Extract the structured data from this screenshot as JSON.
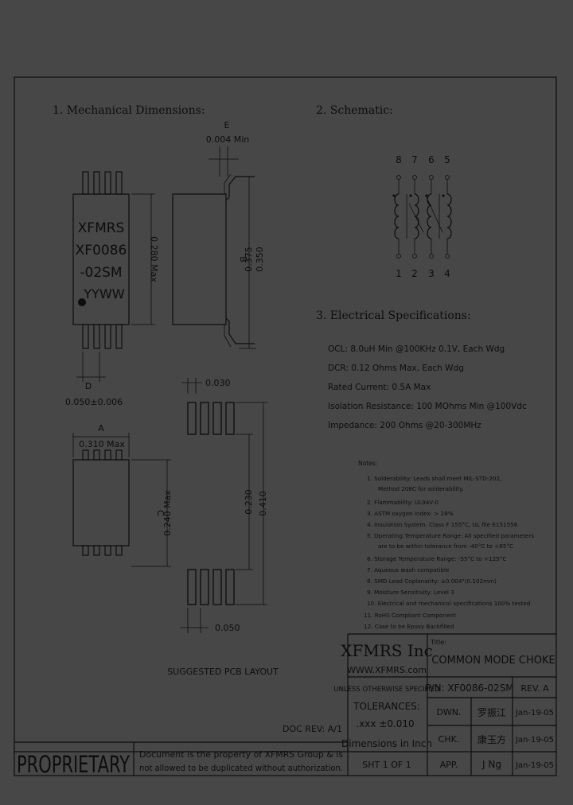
{
  "sections": {
    "mechanical": "1. Mechanical Dimensions:",
    "schematic": "2. Schematic:",
    "electrical": "3. Electrical Specifications:"
  },
  "package": {
    "brand": "XFMRS",
    "part_line1": "XF0086",
    "part_line2": "-02SM",
    "date_code": "YYWW"
  },
  "dimensions": {
    "b_label": "B",
    "b_max": "0.375",
    "b_min": "0.350",
    "e_label": "E",
    "e_value": "0.004 Min",
    "body_height": "0.280 Max",
    "d_label": "D",
    "d_value": "0.050±0.006",
    "a_label": "A",
    "a_value": "0.310 Max",
    "c_label": "C",
    "c_value": "0.240 Max",
    "pcb_width": "0.030",
    "pcb_inner": "0.230",
    "pcb_outer": "0.410",
    "pcb_pitch": "0.050",
    "pcb_title": "SUGGESTED PCB LAYOUT"
  },
  "schematic": {
    "top_pins": [
      "8",
      "7",
      "6",
      "5"
    ],
    "bottom_pins": [
      "1",
      "2",
      "3",
      "4"
    ]
  },
  "electrical": [
    "OCL: 8.0uH Min @100KHz 0.1V, Each Wdg",
    "DCR: 0.12 Ohms Max, Each Wdg",
    "Rated Current: 0.5A Max",
    "Isolation Resistance: 100 MOhms Min @100Vdc",
    "Impedance: 200 Ohms @20-300MHz"
  ],
  "notes_title": "Notes:",
  "notes": [
    "1. Solderability: Leads shall meet MIL-STD-202,",
    "Method 208C for solderability.",
    "2. Flammability: UL94V-0",
    "3. ASTM oxygen index: > 28%",
    "4. Insulation System: Class F 155°C, UL file E151556",
    "5. Operating Temperature Range: All specified parameters",
    "are to be within tolerance from -40°C to +85°C",
    "6. Storage Temperature Range: -55°C to +125°C",
    "7. Aqueous wash compatible",
    "8. SMD Lead Coplanarity: ±0.004\"(0.102mm)",
    "9. Moisture Sensitivity: Level 3",
    "10. Electrical and mechanical specifications 100% tested",
    "11. RoHS Compliant Component",
    "12. Case to be Epoxy Backfilled"
  ],
  "title_block": {
    "company": "XFMRS Inc",
    "website": "WWW.XFMRS.com",
    "title_label": "Title:",
    "title": "COMMON MODE CHOKE",
    "unless": "UNLESS OTHERWISE SPECIFIED",
    "pn": "P/N: XF0086-02SM",
    "rev": "REV. A",
    "tolerances": "TOLERANCES:",
    "tolerance_value": ".xxx ±0.010",
    "dim_units": "Dimensions in Inch",
    "dwn_label": "DWN.",
    "dwn_name": "罗振江",
    "dwn_date": "Jan-19-05",
    "chk_label": "CHK.",
    "chk_name": "康玉方",
    "chk_date": "Jan-19-05",
    "app_label": "APP.",
    "app_name": "J Ng",
    "app_date": "Jan-19-05",
    "sheet": "SHT 1 OF 1",
    "doc_rev": "DOC REV: A/1",
    "proprietary": "PROPRIETARY",
    "notice_line1": "Document is the property of XFMRS Group & is",
    "notice_line2": "not allowed to be duplicated without authorization."
  }
}
